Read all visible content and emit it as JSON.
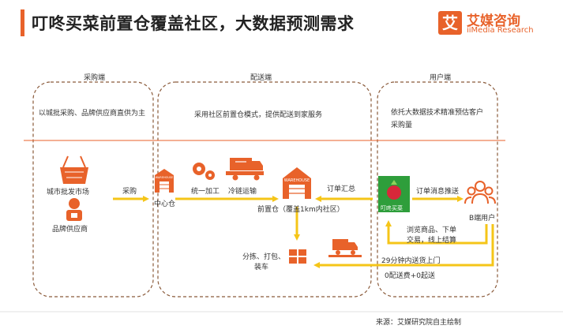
{
  "header": {
    "title": "叮咚买菜前置仓覆盖社区，大数据预测需求",
    "logo_mark": "艾",
    "logo_cn": "艾媒咨询",
    "logo_en": "iiMedia Research"
  },
  "sections": {
    "purchase": {
      "label": "采购端",
      "desc": "以城批采购、品牌供应商直供为主"
    },
    "delivery": {
      "label": "配送端",
      "desc": "采用社区前置仓模式，提供配送到家服务"
    },
    "user": {
      "label": "用户端",
      "desc_line1": "依托大数据技术精准预估客户",
      "desc_line2": "采购量"
    }
  },
  "nodes": {
    "market": "城市批发市场",
    "brand_supplier": "品牌供应商",
    "purchase_arrow": "采购",
    "central_warehouse": "中心仓",
    "warehouse_sign": "WAREHOUSE",
    "unified_processing": "统一加工",
    "cold_chain": "冷链运输",
    "front_warehouse": "前置仓（覆盖1km内社区）",
    "order_summary": "订单汇总",
    "app_name": "叮咚买菜",
    "order_push": "订单消息推送",
    "b_user": "B端用户",
    "browse_line1": "浏览商品、下单",
    "browse_line2": "交易，线上结算",
    "sorting_line1": "分拣、打包、",
    "sorting_line2": "装车",
    "delivery_time": "29分钟内送货上门",
    "delivery_fee": "0配送费+0起送"
  },
  "source": "来源：艾媒研究院自主绘制",
  "colors": {
    "accent": "#e8622a",
    "arrow": "#f5c518",
    "dashed": "#8a5a3a",
    "app_green": "#2e9e3b",
    "app_red": "#d8283a"
  }
}
